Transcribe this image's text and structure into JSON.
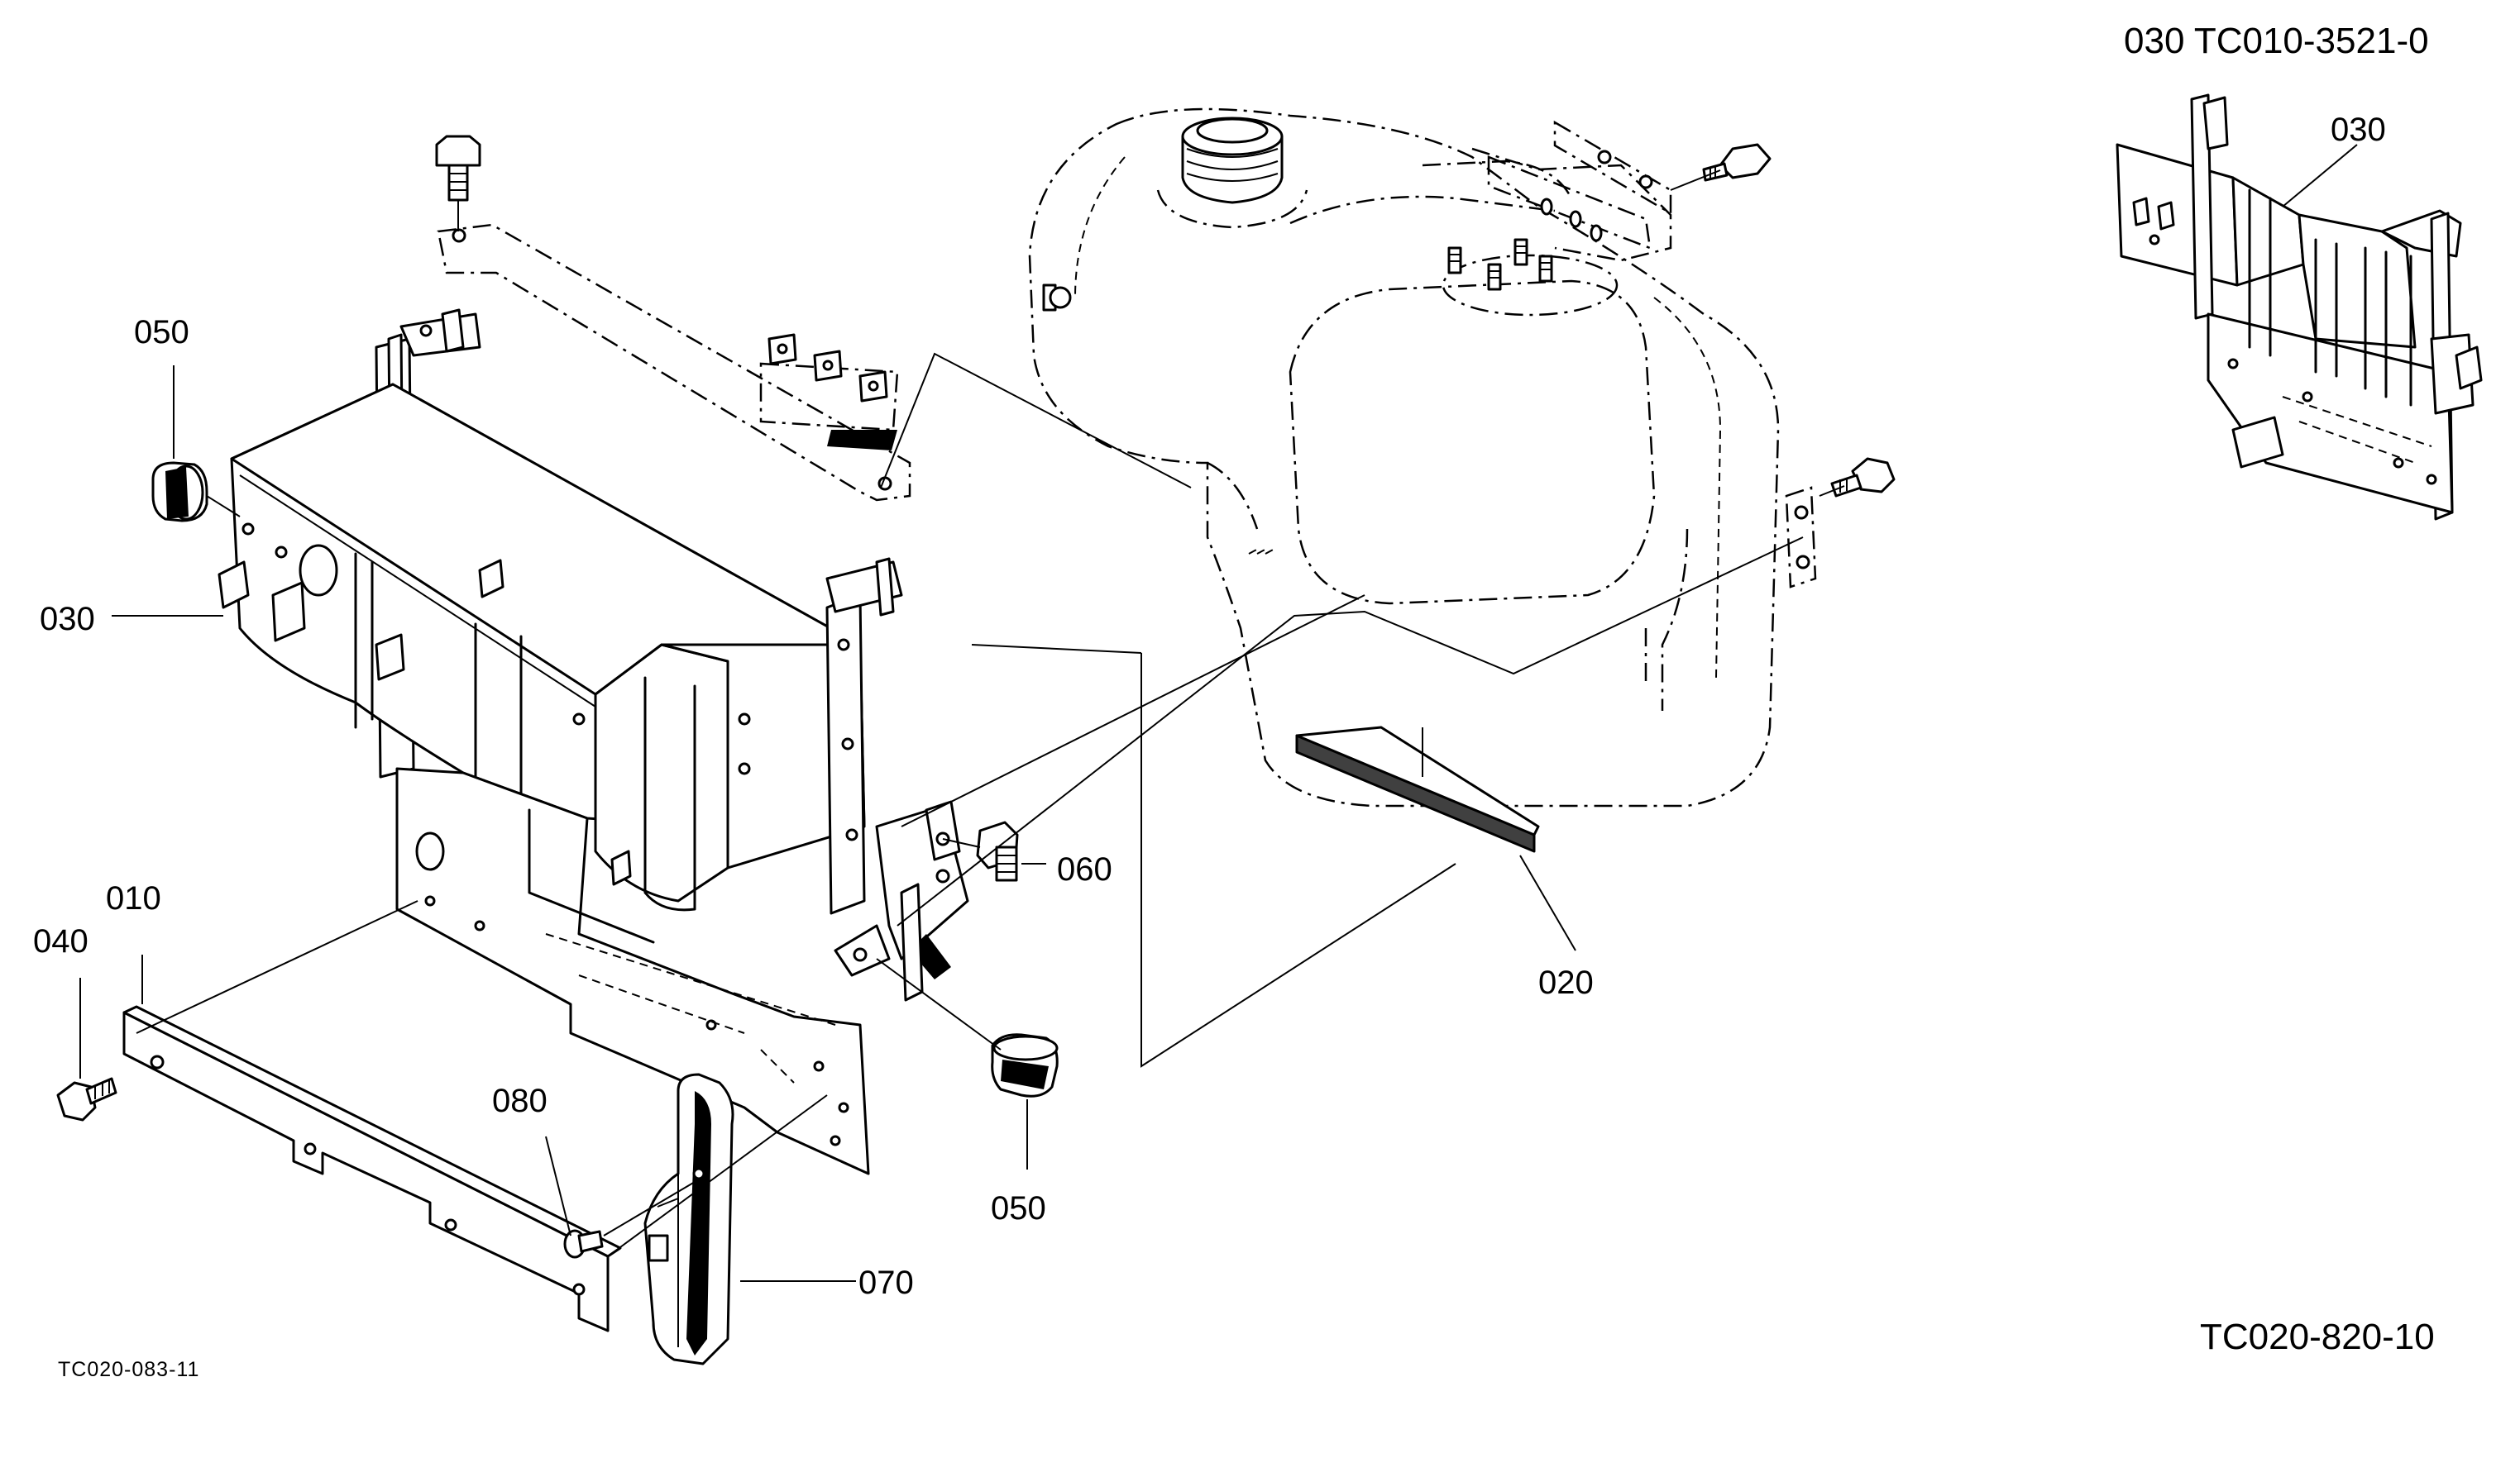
{
  "header": {
    "inset_reference": "030 TC010-3521-0",
    "inset_part_label": "030"
  },
  "callouts": {
    "part_010": "010",
    "part_020": "020",
    "part_030": "030",
    "part_040": "040",
    "part_050_top": "050",
    "part_050_bottom": "050",
    "part_060": "060",
    "part_070": "070",
    "part_080": "080"
  },
  "footer": {
    "figure_code_left": "TC020-083-11",
    "figure_code_right": "TC020-820-10"
  }
}
